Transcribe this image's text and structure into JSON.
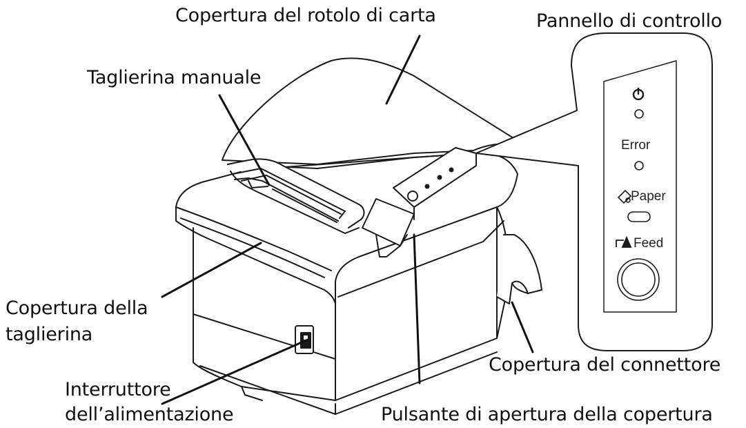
{
  "labels": {
    "paper_roll_cover": "Copertura del rotolo di carta",
    "control_panel": "Pannello di controllo",
    "manual_cutter": "Taglierina manuale",
    "cutter_cover_line1": "Copertura della",
    "cutter_cover_line2": "taglierina",
    "connector_cover": "Copertura del connettore",
    "power_switch_line1": "Interruttore",
    "power_switch_line2": "dell’alimentazione",
    "cover_open_button": "Pulsante di apertura della copertura"
  },
  "panel": {
    "error_label": "Error",
    "paper_label": "Paper",
    "feed_label": "Feed"
  },
  "icons": {
    "power": "power-icon",
    "paper_out": "paper-out-icon",
    "feed": "feed-arrow-icon"
  },
  "colors": {
    "line": "#1a1a1a",
    "printer_fill": "#ffffff",
    "background": "#ffffff"
  }
}
